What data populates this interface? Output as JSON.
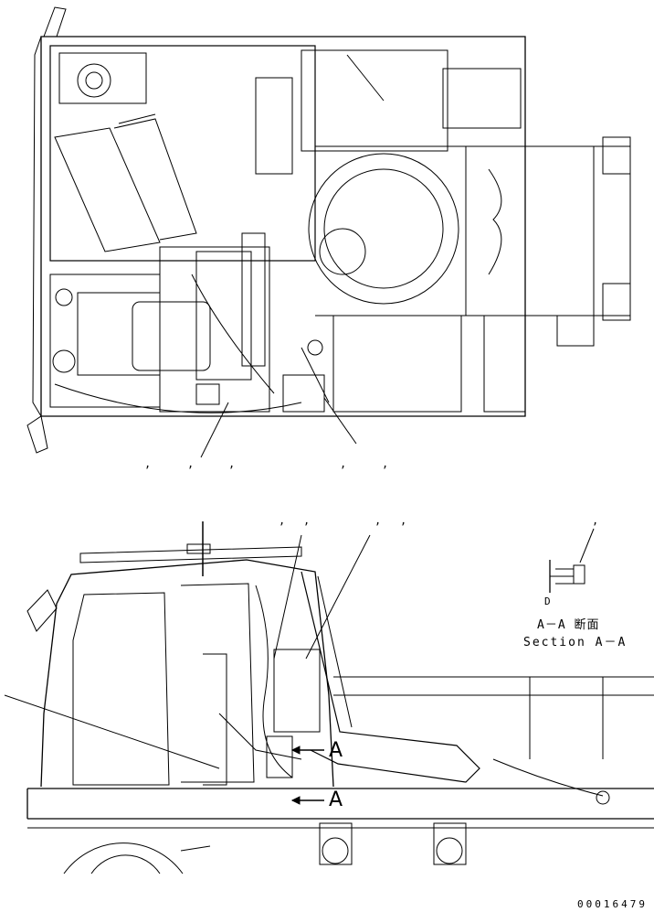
{
  "drawing": {
    "top_view_callouts": [
      ",",
      ",",
      ",",
      ",",
      ","
    ],
    "side_view_callouts": [
      ",",
      ",",
      ",",
      ",",
      ","
    ],
    "section_marker": "A",
    "section_title_jp": "A－A 断面",
    "section_title_en": "Section A－A",
    "detail_label": "D",
    "document_number": "00016479"
  },
  "colors": {
    "line": "#000000",
    "background": "#ffffff"
  }
}
